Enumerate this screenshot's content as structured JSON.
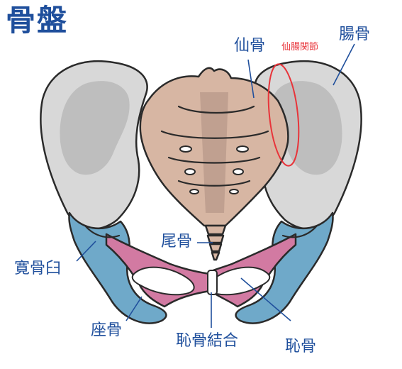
{
  "title": "骨盤",
  "labels": {
    "sacrum": "仙骨",
    "sacroiliac_joint": "仙腸関節",
    "ilium": "腸骨",
    "coccyx": "尾骨",
    "acetabulum": "寛骨臼",
    "ischium": "座骨",
    "pubic_symphysis": "恥骨結合",
    "pubis": "恥骨"
  },
  "colors": {
    "title": "#1f4f9c",
    "label": "#1f4f9c",
    "sij_label": "#e8343a",
    "sij_ring": "#e8343a",
    "ilium_fill": "#d8d8d8",
    "ilium_shade": "#a9a9a9",
    "sacrum_fill": "#d7b6a3",
    "sacrum_shade": "#b09183",
    "ischium_fill": "#6fa9c9",
    "pubis_fill": "#d27aa2",
    "outline": "#2a2a2a",
    "leader": "#1f4f9c"
  }
}
